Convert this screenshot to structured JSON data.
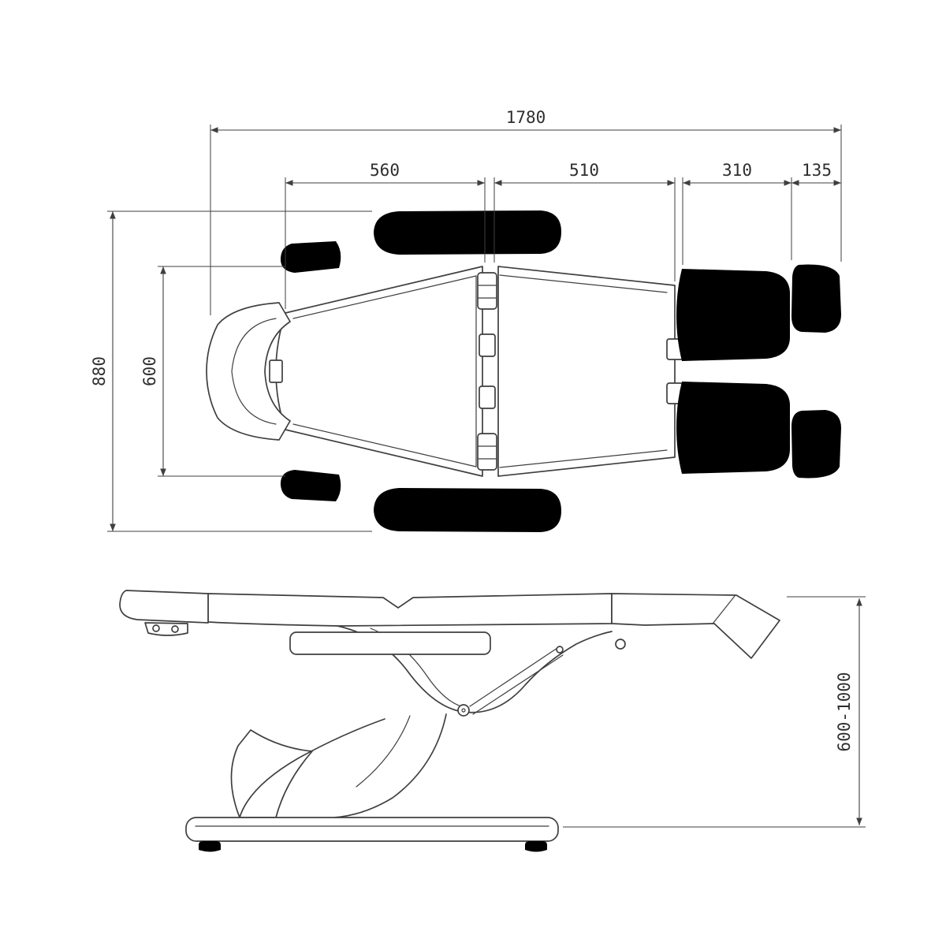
{
  "colors": {
    "line": "#3f3f3f",
    "text": "#2e2e2e",
    "background": "#ffffff"
  },
  "dims": {
    "top": {
      "overall_length": "1780",
      "backrest_section": "560",
      "seat_section": "510",
      "legrest_section": "310",
      "footrest_section": "135",
      "overall_width": "880",
      "cushion_width": "600"
    },
    "side": {
      "height_range": "600-1000"
    }
  }
}
